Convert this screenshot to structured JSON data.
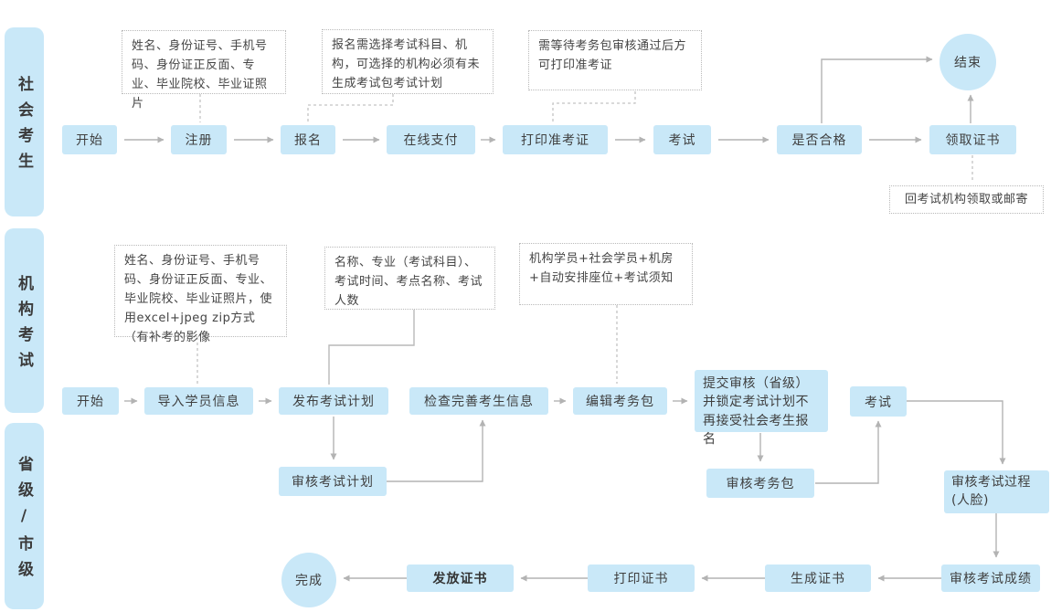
{
  "colors": {
    "node_fill": "#c9e8f8",
    "arrow": "#b3b3b3",
    "dashed_line": "#c4c4c4",
    "text": "#3f3f3f"
  },
  "lanes": [
    {
      "label": "社会考生"
    },
    {
      "label": "机构考试"
    },
    {
      "label": "省级/市级"
    }
  ],
  "social": {
    "start": "开始",
    "register": "注册",
    "signup": "报名",
    "pay": "在线支付",
    "print_ticket": "打印准考证",
    "exam": "考试",
    "pass_check": "是否合格",
    "get_cert": "领取证书",
    "end": "结束",
    "note_register": "姓名、身份证号、手机号码、身份证正反面、专业、毕业院校、毕业证照片",
    "note_signup": "报名需选择考试科目、机构，可选择的机构必须有未生成考试包考试计划",
    "note_ticket": "需等待考务包审核通过后方可打印准考证",
    "note_cert": "回考试机构领取或邮寄"
  },
  "org": {
    "start": "开始",
    "import_students": "导入学员信息",
    "publish_plan": "发布考试计划",
    "check_info": "检查完善考生信息",
    "edit_pack": "编辑考务包",
    "submit_review": "提交审核（省级）并锁定考试计划不再接受社会考生报名",
    "exam": "考试",
    "note_import": "姓名、身份证号、手机号码、身份证正反面、专业、毕业院校、毕业证照片，使用excel+jpeg zip方式（有补考的影像",
    "note_publish": "名称、专业（考试科目）、考试时间、考点名称、考试人数",
    "note_pack": "机构学员+社会学员+机房\n+自动安排座位+考试须知"
  },
  "prov": {
    "review_plan": "审核考试计划",
    "review_pack": "审核考务包",
    "review_process": "审核考试过程\n(人脸)",
    "review_score": "审核考试成绩",
    "gen_cert": "生成证书",
    "print_cert": "打印证书",
    "issue_cert": "发放证书",
    "done": "完成"
  }
}
